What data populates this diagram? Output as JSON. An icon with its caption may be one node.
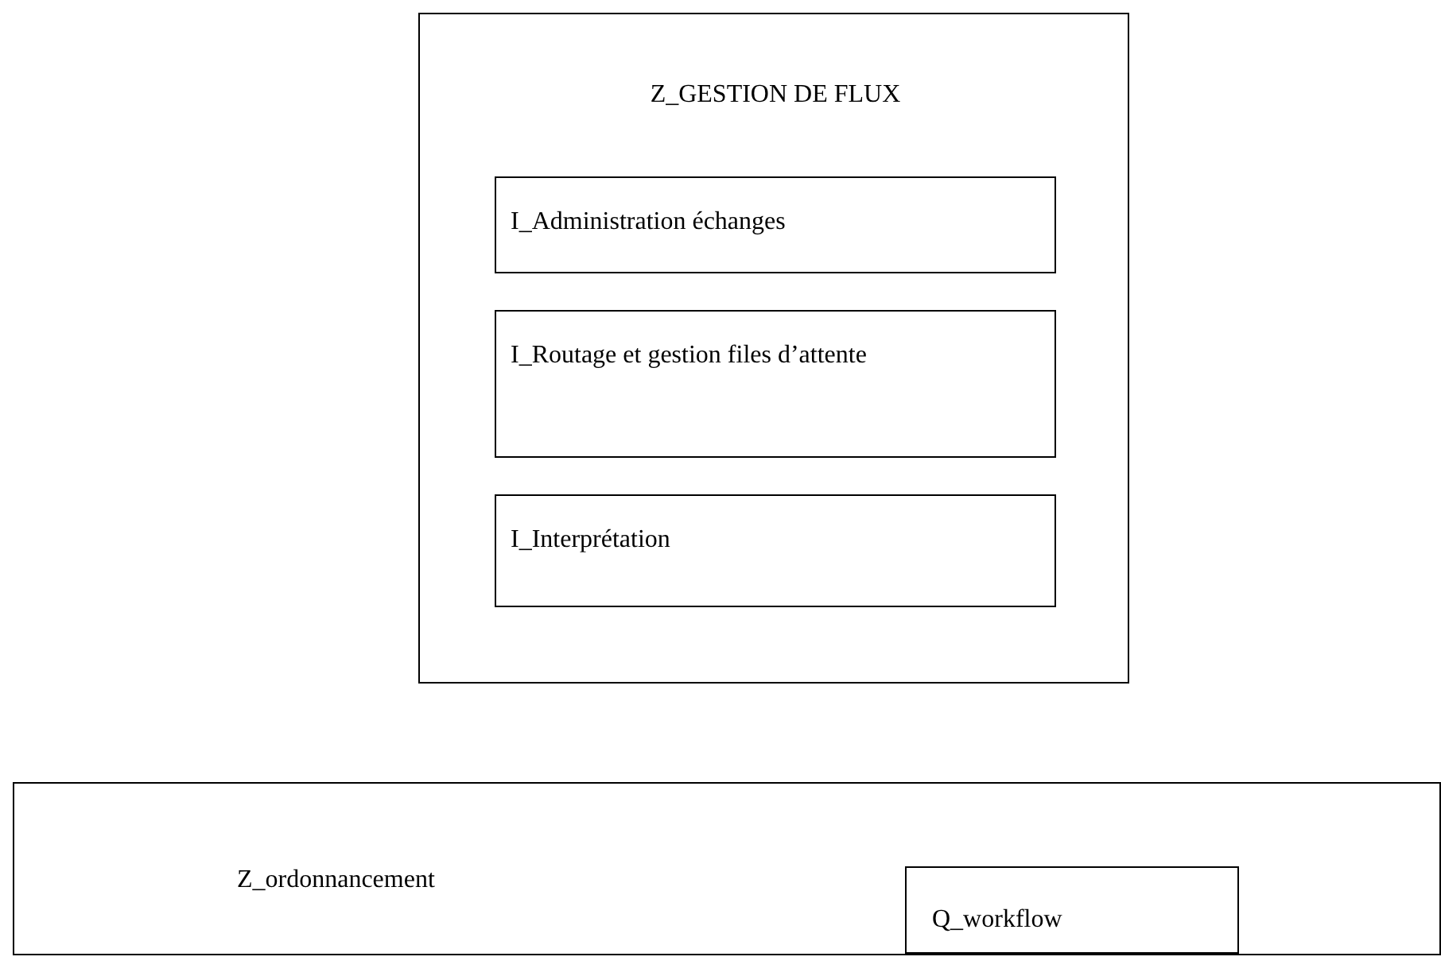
{
  "diagram": {
    "nodes": [
      {
        "text": [
          "Z_GESTION DE FLUX"
        ]
      },
      {
        "text": [
          "I_Administration échanges"
        ],
        "in": 0
      },
      {
        "text": [
          "I_Routage et gestion files d’attente"
        ],
        "in": 0
      },
      {
        "text": [
          "I_Interprétation"
        ],
        "in": 0
      },
      {
        "text": [
          "Z_ordonnancement"
        ]
      },
      {
        "text": [
          "Q_workflow"
        ],
        "in": 4
      }
    ]
  }
}
